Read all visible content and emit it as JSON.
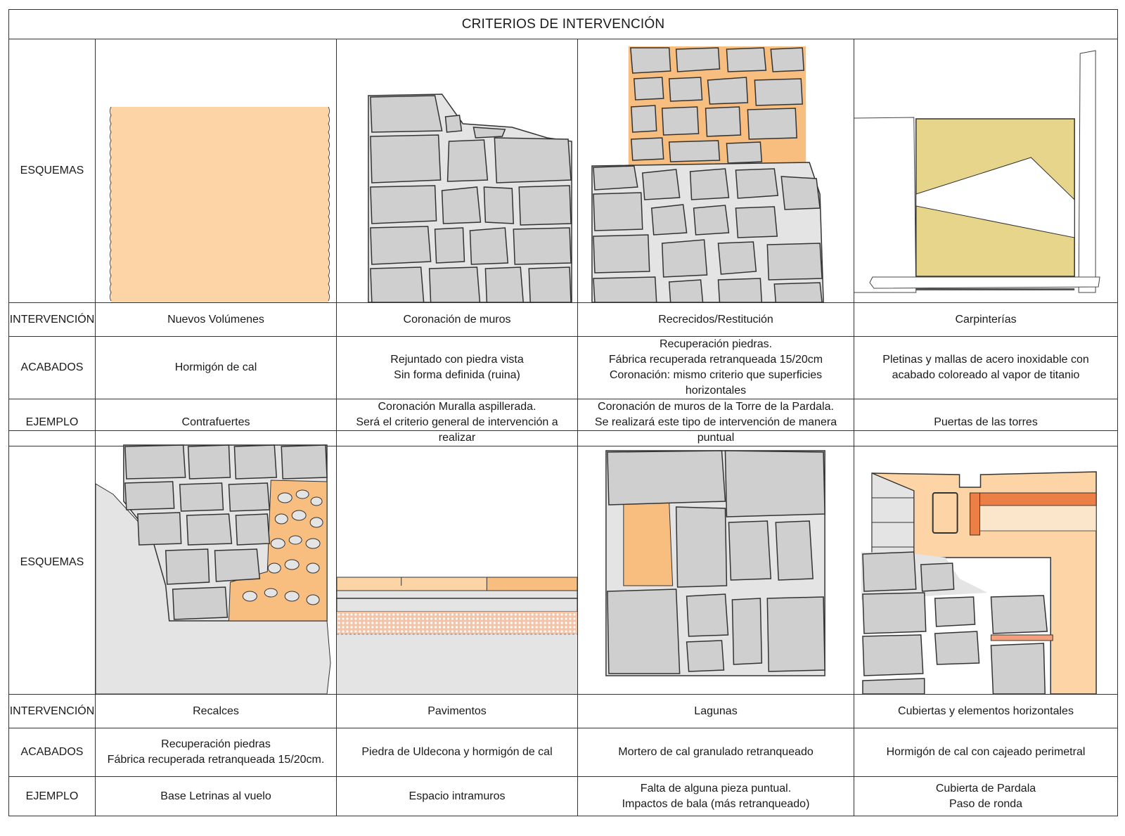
{
  "title": "CRITERIOS DE INTERVENCIÓN",
  "row_labels": {
    "esquemas": "ESQUEMAS",
    "intervencion": "INTERVENCIÓN",
    "acabados": "ACABADOS",
    "ejemplo": "EJEMPLO"
  },
  "colors": {
    "stone": "#cfcfcf",
    "mortar": "#e4e4e4",
    "new_lime": "#fdd4a6",
    "new_lime_dark": "#f8be7f",
    "steel": "#e6d58a",
    "rust": "#ec7f45"
  },
  "table_top": {
    "columns": [
      {
        "schematic": "new-volume-block",
        "intervencion": "Nuevos Volúmenes",
        "acabados": "Hormigón de cal",
        "ejemplo": "Contrafuertes"
      },
      {
        "schematic": "wall-crowning-stonework",
        "intervencion": "Coronación de muros",
        "acabados": "Rejuntado con piedra vista\nSin forma definida (ruina)",
        "ejemplo": "Coronación Muralla aspillerada.\nSerá el criterio general de intervención a realizar"
      },
      {
        "schematic": "regrowth-restitution-stonework",
        "intervencion": "Recrecidos/Restitución",
        "acabados": "Recuperación piedras.\nFábrica recuperada retranqueada 15/20cm\nCoronación:  mismo criterio que superficies horizontales",
        "ejemplo": "Coronación de muros de la Torre de la Pardala.\nSe realizará este tipo de intervención de manera puntual"
      },
      {
        "schematic": "door-frame-steel-plates",
        "intervencion": "Carpinterías",
        "acabados": "Pletinas y mallas de acero inoxidable con\nacabado coloreado al vapor de titanio",
        "ejemplo": "Puertas de las torres"
      }
    ]
  },
  "table_bottom": {
    "columns": [
      {
        "schematic": "underpinning-stonework",
        "intervencion": "Recalces",
        "acabados": "Recuperación piedras\nFábrica recuperada retranqueada 15/20cm.",
        "ejemplo": "Base Letrinas al vuelo"
      },
      {
        "schematic": "paving-section",
        "intervencion": "Pavimentos",
        "acabados": "Piedra de Uldecona y hormigón de cal",
        "ejemplo": "Espacio intramuros"
      },
      {
        "schematic": "gaps-stonework",
        "intervencion": "Lagunas",
        "acabados": "Mortero de cal granulado retranqueado",
        "ejemplo": "Falta de alguna pieza puntual.\nImpactos de bala (más retranqueado)"
      },
      {
        "schematic": "roof-horizontal-elements",
        "intervencion": "Cubiertas y elementos horizontales",
        "acabados": "Hormigón de cal con cajeado perimetral",
        "ejemplo": "Cubierta de Pardala\nPaso de ronda"
      }
    ]
  }
}
